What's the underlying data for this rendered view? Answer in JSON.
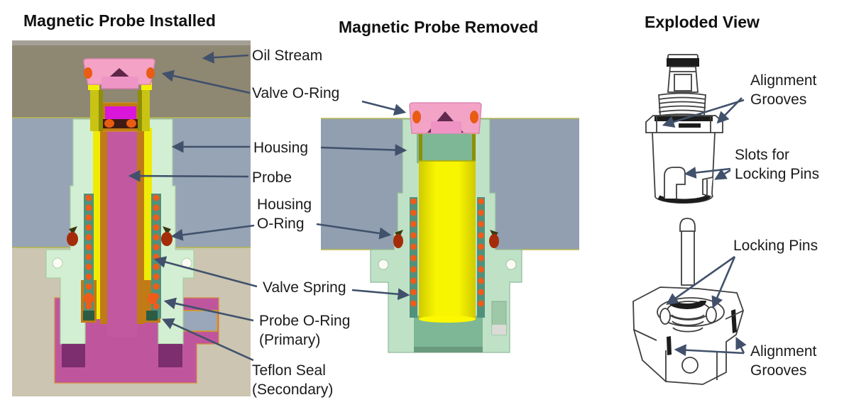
{
  "titles": {
    "installed": "Magnetic Probe Installed",
    "removed": "Magnetic Probe Removed",
    "exploded": "Exploded View"
  },
  "labels": {
    "oil_stream": "Oil Stream",
    "valve_oring": "Valve O-Ring",
    "housing": "Housing",
    "probe": "Probe",
    "housing_oring_line1": "Housing",
    "housing_oring_line2": "O-Ring",
    "valve_spring": "Valve Spring",
    "probe_oring_line1": "Probe O-Ring",
    "probe_oring_line2": "(Primary)",
    "teflon_seal_line1": "Teflon Seal",
    "teflon_seal_line2": "(Secondary)",
    "alignment_grooves_top_line1": "Alignment",
    "alignment_grooves_top_line2": "Grooves",
    "slots_line1": "Slots for",
    "slots_line2": "Locking Pins",
    "locking_pins": "Locking Pins",
    "alignment_grooves_bottom_line1": "Alignment",
    "alignment_grooves_bottom_line2": "Grooves"
  },
  "colors": {
    "arrow": "#41516b",
    "text": "#1b1b1b",
    "oil_stream_tan": "#8e8772",
    "lower_tan": "#cbc5b1",
    "housing_block_blue": "#97a4b6",
    "housing_sleeve_green_installed": "#d3efd3",
    "housing_sleeve_green_removed": "#bfe2c6",
    "interior_green": "#7eb795",
    "valve_yellow": "#f4f000",
    "probe_magenta": "#c258a0",
    "bright_magenta": "#da16da",
    "orange_sleeve": "#c07b16",
    "oring_orange": "#e85c13",
    "housing_oring_red": "#a52c08",
    "spring_teal": "#50917c",
    "cap_pink": "#f2a3c6",
    "cone_purple": "#5e2749",
    "feet_purple": "#7c2e6e",
    "sketch_line": "#3f3f3f"
  }
}
